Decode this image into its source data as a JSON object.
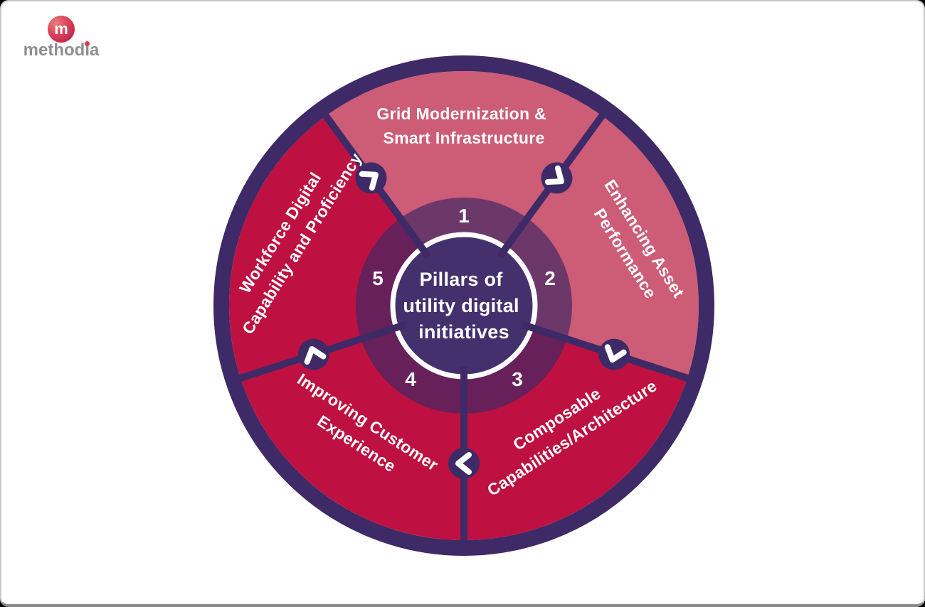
{
  "page": {
    "background": "#000000",
    "card_color": "#ffffff"
  },
  "logo": {
    "mark_letter": "m",
    "wordmark": {
      "part1": "method",
      "part2": "i",
      "part3": "a"
    },
    "colors": {
      "mark_gradient_start": "#ef7a7d",
      "mark_gradient_end": "#b91641",
      "wordmark_gray": "#8f8f92",
      "i_dot_red": "#d63c55"
    }
  },
  "diagram": {
    "center_title_lines": [
      "Pillars of",
      "utility digital",
      "initiatives"
    ],
    "segments": [
      {
        "number": "1",
        "line1": "Grid Modernization &",
        "line2": "Smart Infrastructure",
        "color": "#cd5c77"
      },
      {
        "number": "2",
        "line1": "Enhancing Asset",
        "line2": "Performance",
        "color": "#cd5c77"
      },
      {
        "number": "3",
        "line1": "Composable",
        "line2": "Capabilities/Architecture",
        "color": "#be1141"
      },
      {
        "number": "4",
        "line1": "Improving Customer",
        "line2": "Experience",
        "color": "#be1141"
      },
      {
        "number": "5",
        "line1": "Workforce Digital",
        "line2": "Capability and Proficiency",
        "color": "#be1141"
      }
    ],
    "colors": {
      "ring": "#3e2a66",
      "center_circle": "#45306e",
      "overlay": "#3e2864"
    }
  }
}
